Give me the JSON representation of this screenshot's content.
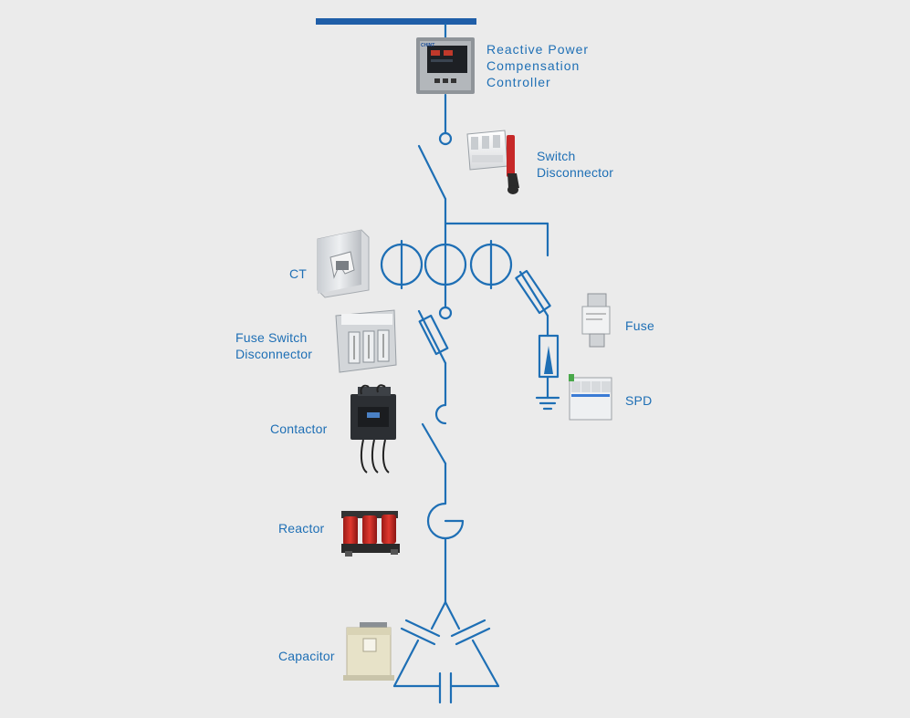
{
  "labels": {
    "controller": [
      "Reactive Power",
      "Compensation",
      "Controller"
    ],
    "switch_disconnector": [
      "Switch",
      "Disconnector"
    ],
    "ct": "CT",
    "fuse_switch_disconnector": [
      "Fuse Switch",
      "Disconnector"
    ],
    "fuse": "Fuse",
    "spd": "SPD",
    "contactor": "Contactor",
    "reactor": "Reactor",
    "capacitor": "Capacitor"
  },
  "device_marks": {
    "controller_brand": "CHINT"
  },
  "colors": {
    "background": "#ebebeb",
    "line": "#1e6fb5",
    "busbar": "#1f5ea8",
    "label": "#1e6fb5"
  }
}
